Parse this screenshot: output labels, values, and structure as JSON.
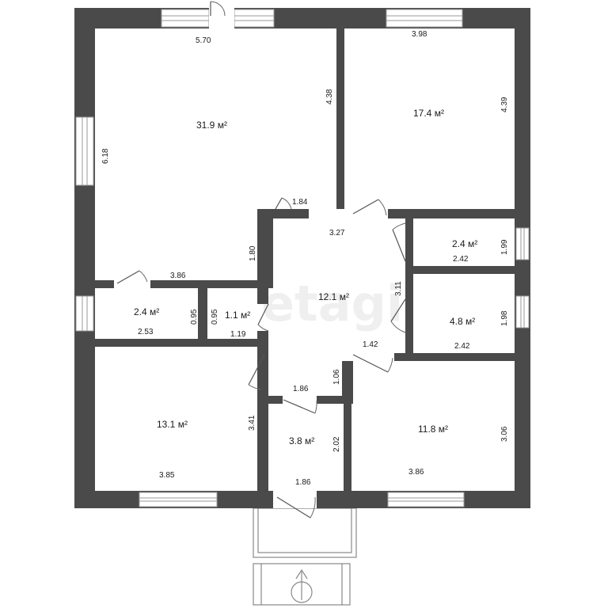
{
  "plan": {
    "watermark": "etagi",
    "rooms": [
      {
        "key": "living",
        "area": "31.9 м²"
      },
      {
        "key": "bedroom_ne",
        "area": "17.4 м²"
      },
      {
        "key": "hall",
        "area": "12.1 м²"
      },
      {
        "key": "small_ne_1",
        "area": "2.4 м²"
      },
      {
        "key": "small_ne_2",
        "area": "4.8 м²"
      },
      {
        "key": "pantry_w",
        "area": "2.4 м²"
      },
      {
        "key": "wc",
        "area": "1.1 м²"
      },
      {
        "key": "bedroom_sw",
        "area": "13.1 м²"
      },
      {
        "key": "vestibule",
        "area": "3.8 м²"
      },
      {
        "key": "bedroom_se",
        "area": "11.8 м²"
      }
    ],
    "dimensions": {
      "living_top": "5.70",
      "living_left": "6.18",
      "living_right": "4.38",
      "living_bottom": "3.86",
      "bedroom_ne_top": "3.98",
      "bedroom_ne_right": "4.39",
      "hall_door_top": "1.84",
      "hall_top": "3.27",
      "hall_left": "1.80",
      "hall_right": "3.11",
      "hall_door_low": "1.42",
      "corridor_v": "1.06",
      "corridor_h": "1.86",
      "small_ne_1_w": "2.42",
      "small_ne_1_h": "1.99",
      "small_ne_2_w": "2.42",
      "small_ne_2_h": "1.98",
      "pantry_w_w": "2.53",
      "pantry_w_h": "0.95",
      "wc_h": "0.95",
      "wc_w": "1.19",
      "bedroom_sw_right": "3.41",
      "bedroom_sw_bottom": "3.85",
      "vestibule_h": "2.02",
      "vestibule_w": "1.86",
      "bedroom_se_right": "3.06",
      "bedroom_se_bottom": "3.86"
    }
  }
}
